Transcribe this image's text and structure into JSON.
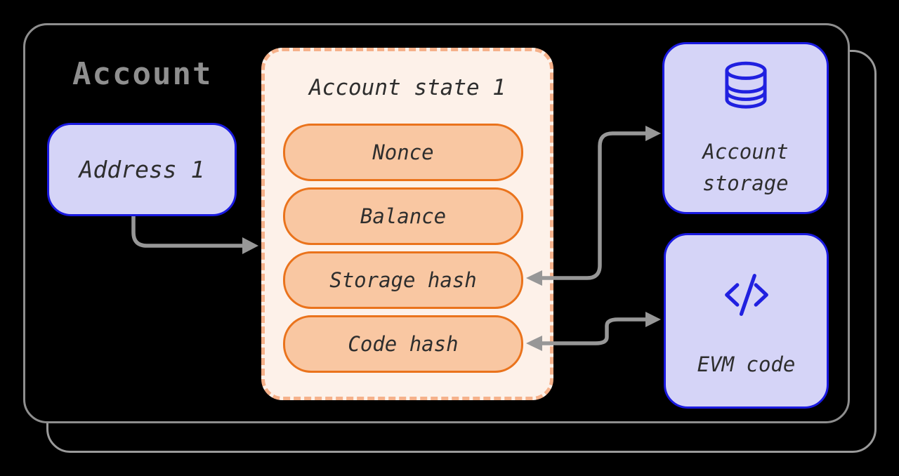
{
  "diagram": {
    "title": "Account",
    "address_box": {
      "label": "Address 1"
    },
    "state_box": {
      "title": "Account state 1",
      "fields": [
        "Nonce",
        "Balance",
        "Storage hash",
        "Code hash"
      ]
    },
    "storage_box": {
      "icon": "database-icon",
      "label_line1": "Account",
      "label_line2": "storage"
    },
    "evm_box": {
      "icon": "code-icon",
      "label": "EVM code"
    },
    "connectors": [
      {
        "from": "address-box",
        "to": "account-state-box",
        "bidirectional": false
      },
      {
        "from": "storage-hash-field",
        "to": "account-storage-box",
        "bidirectional": true
      },
      {
        "from": "code-hash-field",
        "to": "evm-code-box",
        "bidirectional": true
      }
    ],
    "colors": {
      "accent_blue": "#1a1ae0",
      "icon_blue": "#2020e0",
      "lavender": "#d5d4f7",
      "orange": "#ea731c",
      "peach": "#f9c7a2",
      "cream": "#fdf1e9",
      "dash": "#f5b18a",
      "arrow_gray": "#979797",
      "frame_gray": "#8e8e8e",
      "title_gray": "#8f8f8f",
      "text_dark": "#2e2e2e"
    }
  }
}
